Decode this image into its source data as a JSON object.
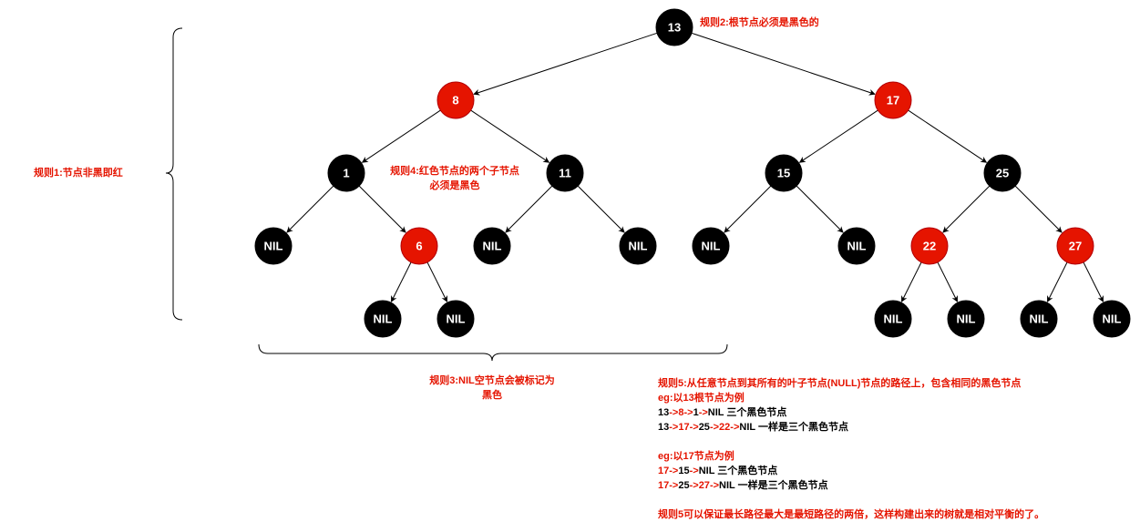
{
  "colors": {
    "red": "#e51400",
    "black": "#000000",
    "edge": "#000000",
    "text_red": "#e51400"
  },
  "tree": {
    "nodes": [
      {
        "id": "n13",
        "label": "13",
        "color": "black"
      },
      {
        "id": "n8",
        "label": "8",
        "color": "red"
      },
      {
        "id": "n17",
        "label": "17",
        "color": "red"
      },
      {
        "id": "n1",
        "label": "1",
        "color": "black"
      },
      {
        "id": "n11",
        "label": "11",
        "color": "black"
      },
      {
        "id": "n15",
        "label": "15",
        "color": "black"
      },
      {
        "id": "n25",
        "label": "25",
        "color": "black"
      },
      {
        "id": "nil_1_left",
        "label": "NIL",
        "color": "black"
      },
      {
        "id": "n6",
        "label": "6",
        "color": "red"
      },
      {
        "id": "nil_11_left",
        "label": "NIL",
        "color": "black"
      },
      {
        "id": "nil_11_right",
        "label": "NIL",
        "color": "black"
      },
      {
        "id": "nil_15_left",
        "label": "NIL",
        "color": "black"
      },
      {
        "id": "nil_15_right",
        "label": "NIL",
        "color": "black"
      },
      {
        "id": "n22",
        "label": "22",
        "color": "red"
      },
      {
        "id": "n27",
        "label": "27",
        "color": "red"
      },
      {
        "id": "nil_6_left",
        "label": "NIL",
        "color": "black"
      },
      {
        "id": "nil_6_right",
        "label": "NIL",
        "color": "black"
      },
      {
        "id": "nil_22_left",
        "label": "NIL",
        "color": "black"
      },
      {
        "id": "nil_22_right",
        "label": "NIL",
        "color": "black"
      },
      {
        "id": "nil_27_left",
        "label": "NIL",
        "color": "black"
      },
      {
        "id": "nil_27_right",
        "label": "NIL",
        "color": "black"
      }
    ],
    "edges": [
      [
        "n13",
        "n8"
      ],
      [
        "n13",
        "n17"
      ],
      [
        "n8",
        "n1"
      ],
      [
        "n8",
        "n11"
      ],
      [
        "n17",
        "n15"
      ],
      [
        "n17",
        "n25"
      ],
      [
        "n1",
        "nil_1_left"
      ],
      [
        "n1",
        "n6"
      ],
      [
        "n11",
        "nil_11_left"
      ],
      [
        "n11",
        "nil_11_right"
      ],
      [
        "n15",
        "nil_15_left"
      ],
      [
        "n15",
        "nil_15_right"
      ],
      [
        "n25",
        "n22"
      ],
      [
        "n25",
        "n27"
      ],
      [
        "n6",
        "nil_6_left"
      ],
      [
        "n6",
        "nil_6_right"
      ],
      [
        "n22",
        "nil_22_left"
      ],
      [
        "n22",
        "nil_22_right"
      ],
      [
        "n27",
        "nil_27_left"
      ],
      [
        "n27",
        "nil_27_right"
      ]
    ]
  },
  "annotations": {
    "rule1": "规则1:节点非黑即红",
    "rule2": "规则2:根节点必须是黑色的",
    "rule3": [
      "规则3:NIL空节点会被标记为",
      "黑色"
    ],
    "rule4": [
      "规则4:红色节点的两个子节点",
      "必须是黑色"
    ],
    "rule5": {
      "title": "规则5:从任意节点到其所有的叶子节点(NULL)节点的路径上，包含相同的黑色节点",
      "example1_title": "eg:以13根节点为例",
      "example1_paths": [
        [
          {
            "t": "13",
            "c": "black"
          },
          {
            "t": "->",
            "c": "red"
          },
          {
            "t": "8",
            "c": "red"
          },
          {
            "t": "->",
            "c": "red"
          },
          {
            "t": "1",
            "c": "black"
          },
          {
            "t": "->",
            "c": "red"
          },
          {
            "t": "NIL 三个黑色节点",
            "c": "black"
          }
        ],
        [
          {
            "t": "13",
            "c": "black"
          },
          {
            "t": "->",
            "c": "red"
          },
          {
            "t": "17",
            "c": "red"
          },
          {
            "t": "->",
            "c": "red"
          },
          {
            "t": "25",
            "c": "black"
          },
          {
            "t": "->",
            "c": "red"
          },
          {
            "t": "22",
            "c": "red"
          },
          {
            "t": "->",
            "c": "red"
          },
          {
            "t": "NIL 一样是三个黑色节点",
            "c": "black"
          }
        ]
      ],
      "example2_title": "eg:以17节点为例",
      "example2_paths": [
        [
          {
            "t": "17",
            "c": "red"
          },
          {
            "t": "->",
            "c": "red"
          },
          {
            "t": "15",
            "c": "black"
          },
          {
            "t": "->",
            "c": "red"
          },
          {
            "t": "NIL 三个黑色节点",
            "c": "black"
          }
        ],
        [
          {
            "t": "17",
            "c": "red"
          },
          {
            "t": "->",
            "c": "red"
          },
          {
            "t": "25",
            "c": "black"
          },
          {
            "t": "->",
            "c": "red"
          },
          {
            "t": "27",
            "c": "red"
          },
          {
            "t": "->",
            "c": "red"
          },
          {
            "t": "NIL 一样是三个黑色节点",
            "c": "black"
          }
        ]
      ],
      "conclusion": "规则5可以保证最长路径最大是最短路径的两倍，这样构建出来的树就是相对平衡的了。"
    }
  }
}
